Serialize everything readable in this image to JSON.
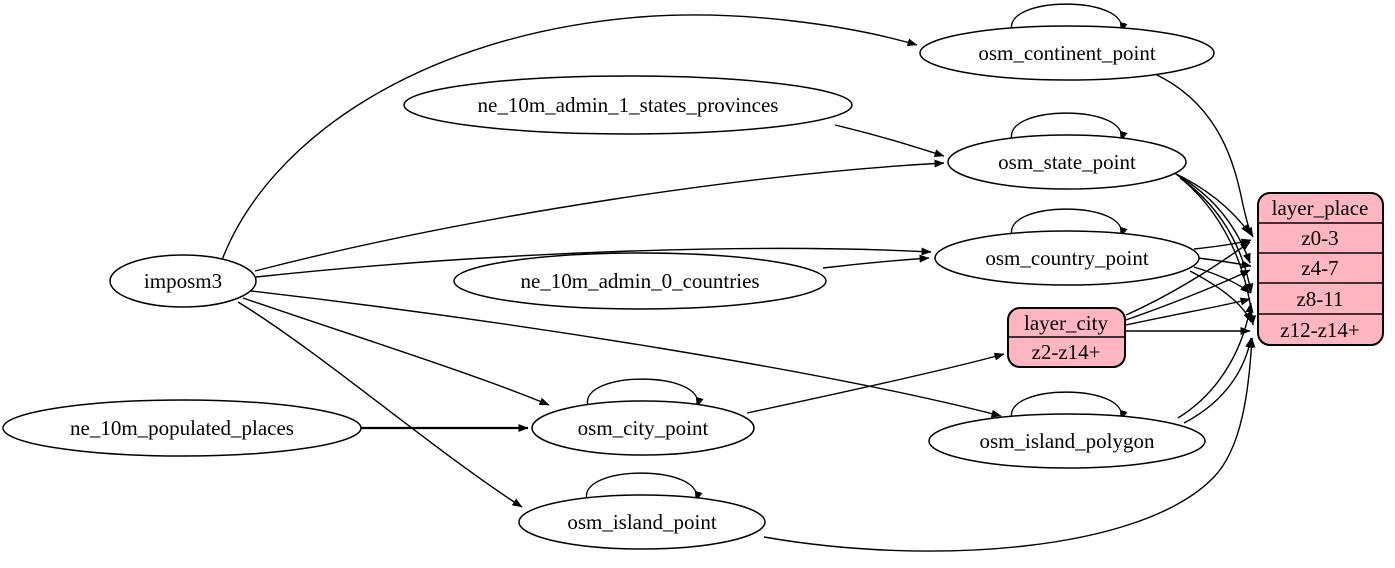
{
  "nodes": {
    "imposm3": "imposm3",
    "ne_10m_admin_1_states_provinces": "ne_10m_admin_1_states_provinces",
    "ne_10m_admin_0_countries": "ne_10m_admin_0_countries",
    "ne_10m_populated_places": "ne_10m_populated_places",
    "osm_continent_point": "osm_continent_point",
    "osm_state_point": "osm_state_point",
    "osm_country_point": "osm_country_point",
    "osm_city_point": "osm_city_point",
    "osm_island_polygon": "osm_island_polygon",
    "osm_island_point": "osm_island_point"
  },
  "layer_city": {
    "title": "layer_city",
    "zoom_rows": [
      "z2-z14+"
    ]
  },
  "layer_place": {
    "title": "layer_place",
    "zoom_rows": [
      "z0-3",
      "z4-7",
      "z8-11",
      "z12-z14+"
    ]
  },
  "colors": {
    "record_fill": "#ffb6c1",
    "node_fill": "#ffffff",
    "stroke": "#000000",
    "background": "#ffffff"
  },
  "edges": [
    {
      "from": "imposm3",
      "to": "osm_continent_point"
    },
    {
      "from": "imposm3",
      "to": "osm_state_point"
    },
    {
      "from": "imposm3",
      "to": "osm_country_point"
    },
    {
      "from": "imposm3",
      "to": "osm_city_point"
    },
    {
      "from": "imposm3",
      "to": "osm_island_polygon"
    },
    {
      "from": "imposm3",
      "to": "osm_island_point"
    },
    {
      "from": "ne_10m_admin_1_states_provinces",
      "to": "osm_state_point"
    },
    {
      "from": "ne_10m_admin_0_countries",
      "to": "osm_country_point"
    },
    {
      "from": "ne_10m_populated_places",
      "to": "osm_city_point"
    },
    {
      "from": "osm_continent_point",
      "to": "osm_continent_point"
    },
    {
      "from": "osm_state_point",
      "to": "osm_state_point"
    },
    {
      "from": "osm_country_point",
      "to": "osm_country_point"
    },
    {
      "from": "osm_city_point",
      "to": "osm_city_point"
    },
    {
      "from": "osm_island_polygon",
      "to": "osm_island_polygon"
    },
    {
      "from": "osm_island_point",
      "to": "osm_island_point"
    },
    {
      "from": "osm_continent_point",
      "to": "layer_place:z0-3"
    },
    {
      "from": "osm_state_point",
      "to": "layer_place:z0-3"
    },
    {
      "from": "osm_state_point",
      "to": "layer_place:z4-7"
    },
    {
      "from": "osm_state_point",
      "to": "layer_place:z8-11"
    },
    {
      "from": "osm_state_point",
      "to": "layer_place:z12-z14+"
    },
    {
      "from": "osm_country_point",
      "to": "layer_place:z0-3"
    },
    {
      "from": "osm_country_point",
      "to": "layer_place:z4-7"
    },
    {
      "from": "osm_country_point",
      "to": "layer_place:z8-11"
    },
    {
      "from": "osm_country_point",
      "to": "layer_place:z12-z14+"
    },
    {
      "from": "osm_city_point",
      "to": "layer_city:z2-z14+"
    },
    {
      "from": "layer_city",
      "to": "layer_place:z0-3"
    },
    {
      "from": "layer_city",
      "to": "layer_place:z4-7"
    },
    {
      "from": "layer_city",
      "to": "layer_place:z8-11"
    },
    {
      "from": "layer_city",
      "to": "layer_place:z12-z14+"
    },
    {
      "from": "osm_island_polygon",
      "to": "layer_place:z8-11"
    },
    {
      "from": "osm_island_polygon",
      "to": "layer_place:z12-z14+"
    },
    {
      "from": "osm_island_point",
      "to": "layer_place:z12-z14+"
    }
  ]
}
